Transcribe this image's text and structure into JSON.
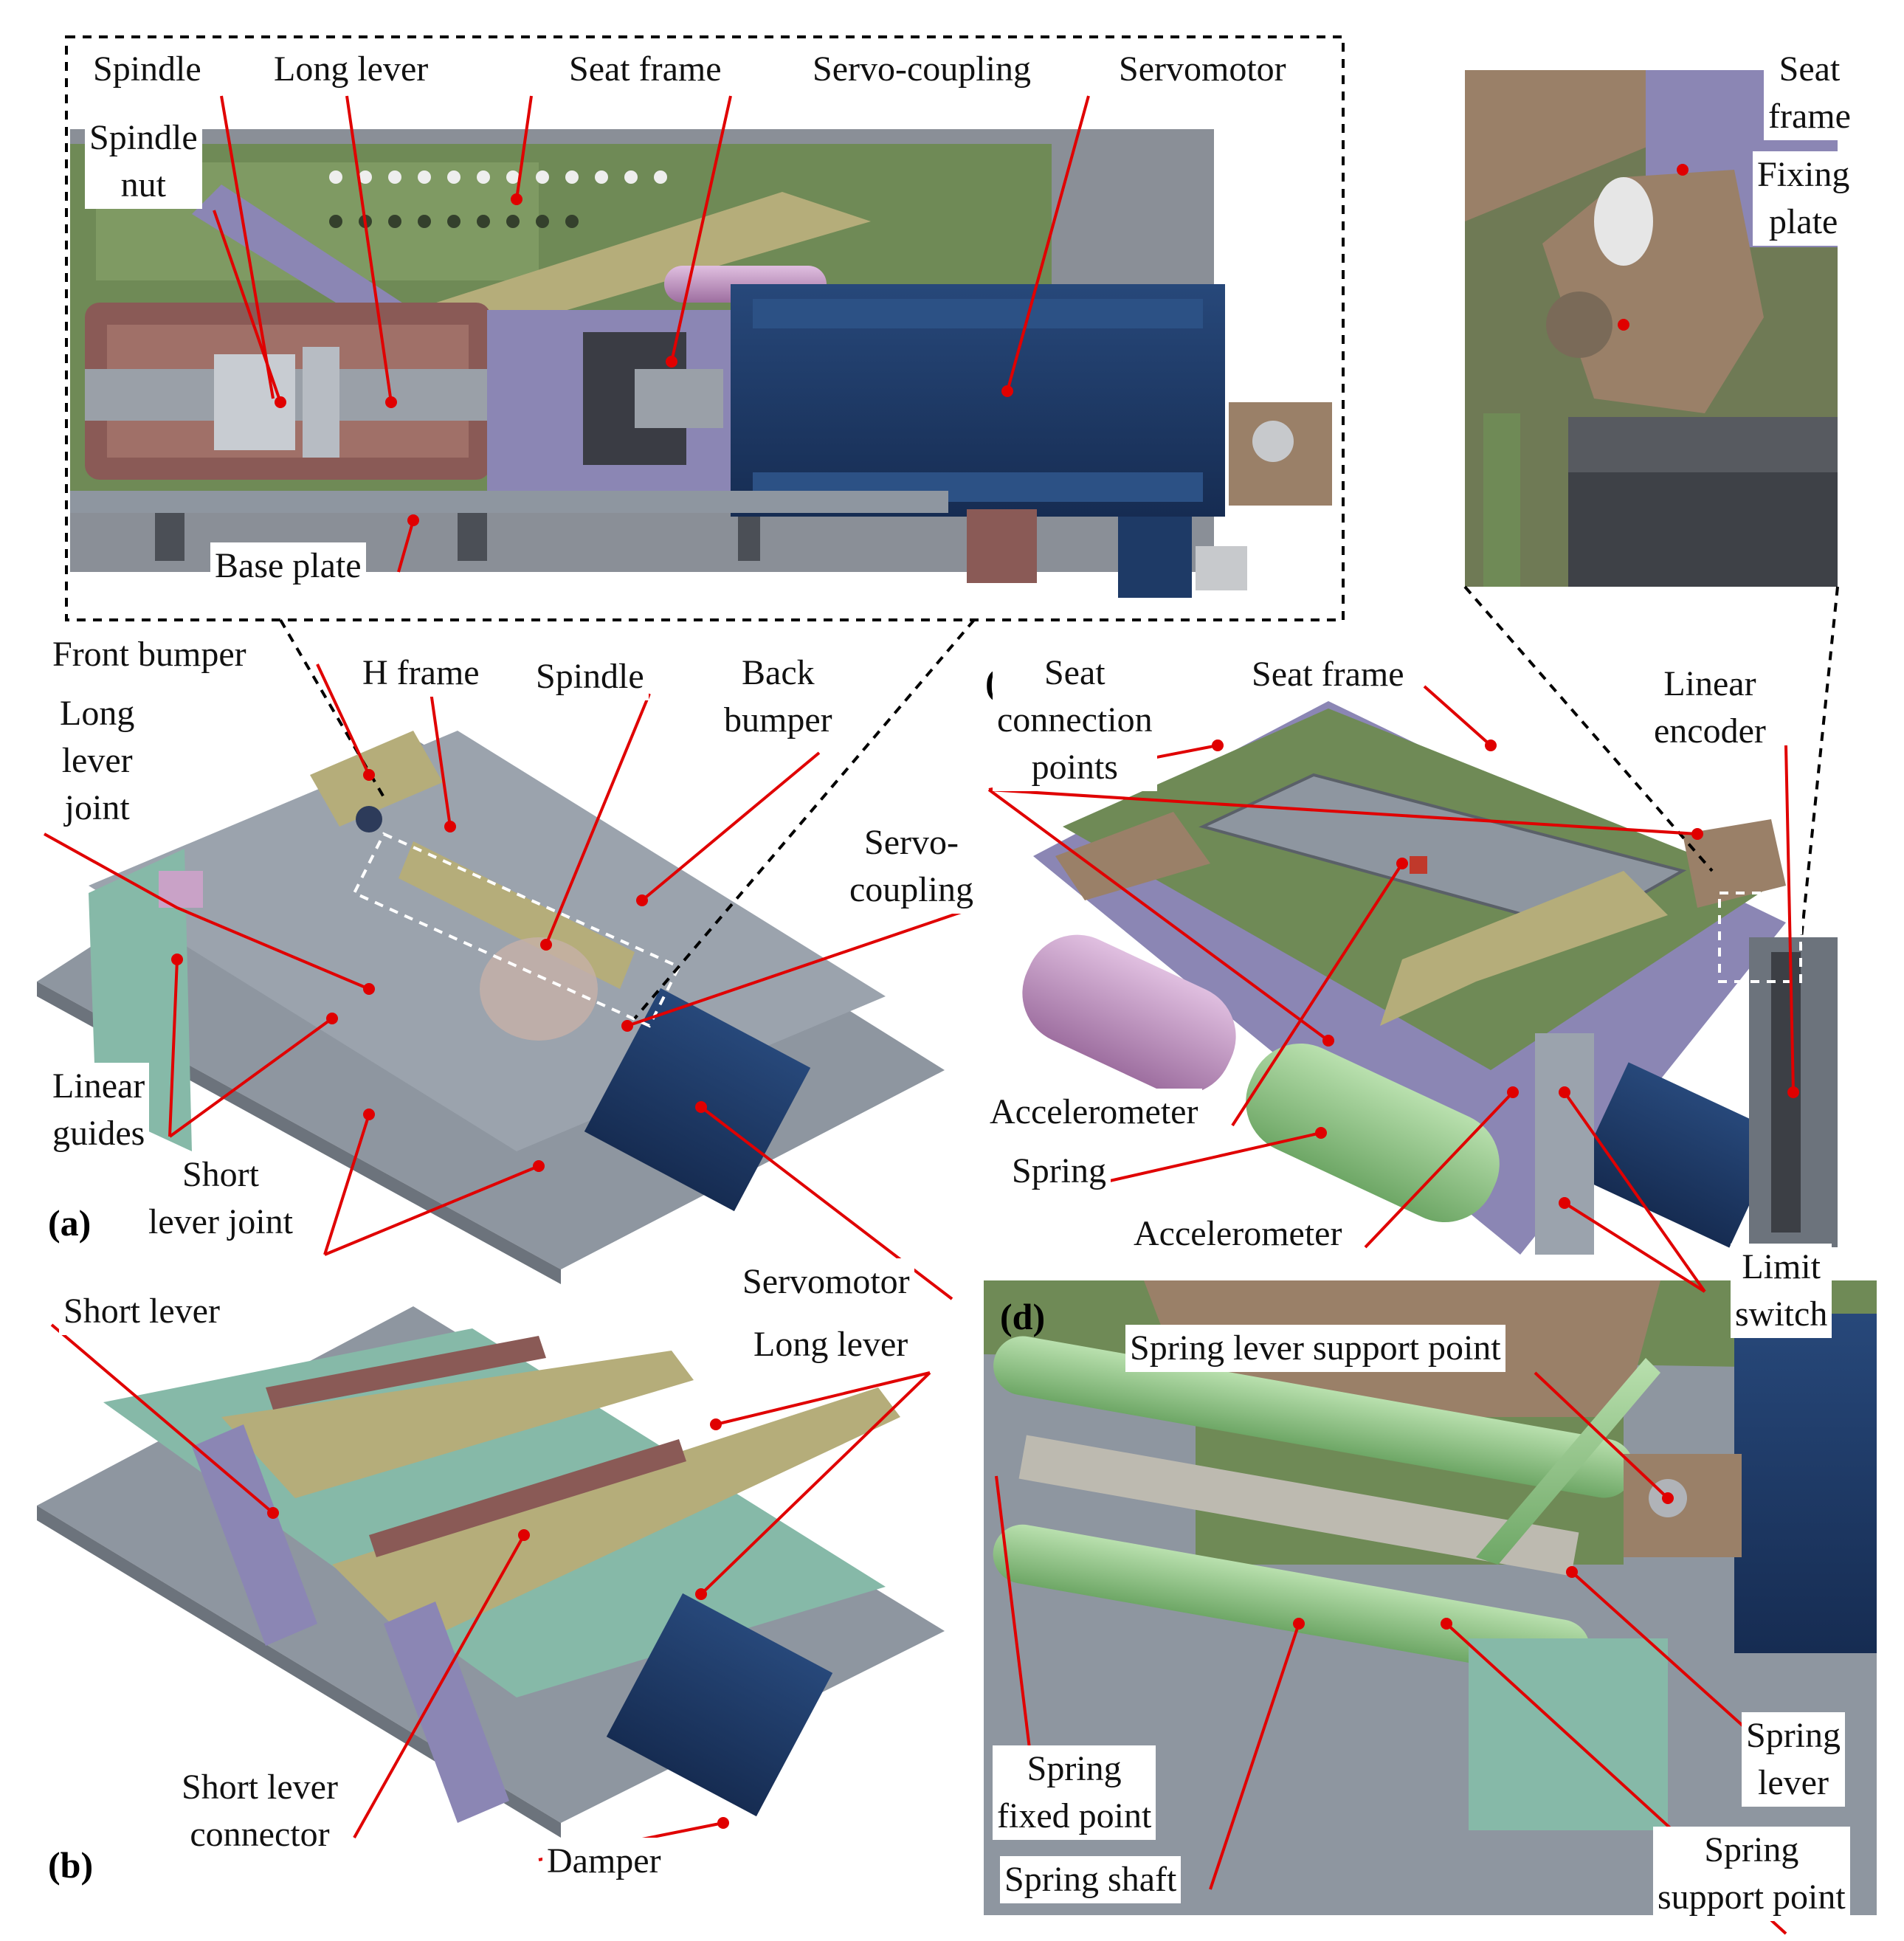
{
  "colors": {
    "leader": "#e00000",
    "frame_green": "#6f8a56",
    "plate_gray": "#8e96a0",
    "motor_blue": "#1e3a66",
    "lever_olive": "#b5ad7a",
    "spring_green": "#9bcf90",
    "bronze": "#9a8068",
    "purple": "#8b86b4",
    "pink": "#c9a2c7",
    "teal": "#86b9a8",
    "maroon": "#8a5a56"
  },
  "panels": {
    "a": "(a)",
    "b": "(b)",
    "c": "(c)",
    "d": "(d)"
  },
  "labels": {
    "zoom_spindle": "Spindle",
    "zoom_long_lever": "Long lever",
    "zoom_seat_frame": "Seat frame",
    "zoom_servo_coupling": "Servo-coupling",
    "zoom_servomotor": "Servomotor",
    "zoom_spindle_nut_1": "Spindle",
    "zoom_spindle_nut_2": "nut",
    "zoom_base_plate": "Base plate",
    "tr_seat_frame_1": "Seat",
    "tr_seat_frame_2": "frame",
    "tr_fixing_plate_1": "Fixing",
    "tr_fixing_plate_2": "plate",
    "a_front_bumper": "Front bumper",
    "a_h_frame": "H frame",
    "a_spindle": "Spindle",
    "a_back_bumper_1": "Back",
    "a_back_bumper_2": "bumper",
    "a_long_lever_joint_1": "Long",
    "a_long_lever_joint_2": "lever",
    "a_long_lever_joint_3": "joint",
    "a_servo_coupling_1": "Servo-",
    "a_servo_coupling_2": "coupling",
    "a_linear_guides_1": "Linear",
    "a_linear_guides_2": "guides",
    "a_short_lever_joint_1": "Short",
    "a_short_lever_joint_2": "lever joint",
    "a_servomotor": "Servomotor",
    "c_seat_connection_1": "Seat",
    "c_seat_connection_2": "connection",
    "c_seat_connection_3": "points",
    "c_seat_frame": "Seat frame",
    "c_linear_encoder_1": "Linear",
    "c_linear_encoder_2": "encoder",
    "c_accelerometer_1": "Accelerometer",
    "c_spring": "Spring",
    "c_accelerometer_2": "Accelerometer",
    "c_limit_switch_1": "Limit",
    "c_limit_switch_2": "switch",
    "b_short_lever": "Short lever",
    "b_long_lever": "Long lever",
    "b_short_lever_connector_1": "Short lever",
    "b_short_lever_connector_2": "connector",
    "b_damper": "Damper",
    "d_spring_lever_support": "Spring lever support point",
    "d_spring_lever_1": "Spring",
    "d_spring_lever_2": "lever",
    "d_spring_fixed_1": "Spring",
    "d_spring_fixed_2": "fixed point",
    "d_spring_shaft": "Spring shaft",
    "d_spring_support_1": "Spring",
    "d_spring_support_2": "support point"
  }
}
